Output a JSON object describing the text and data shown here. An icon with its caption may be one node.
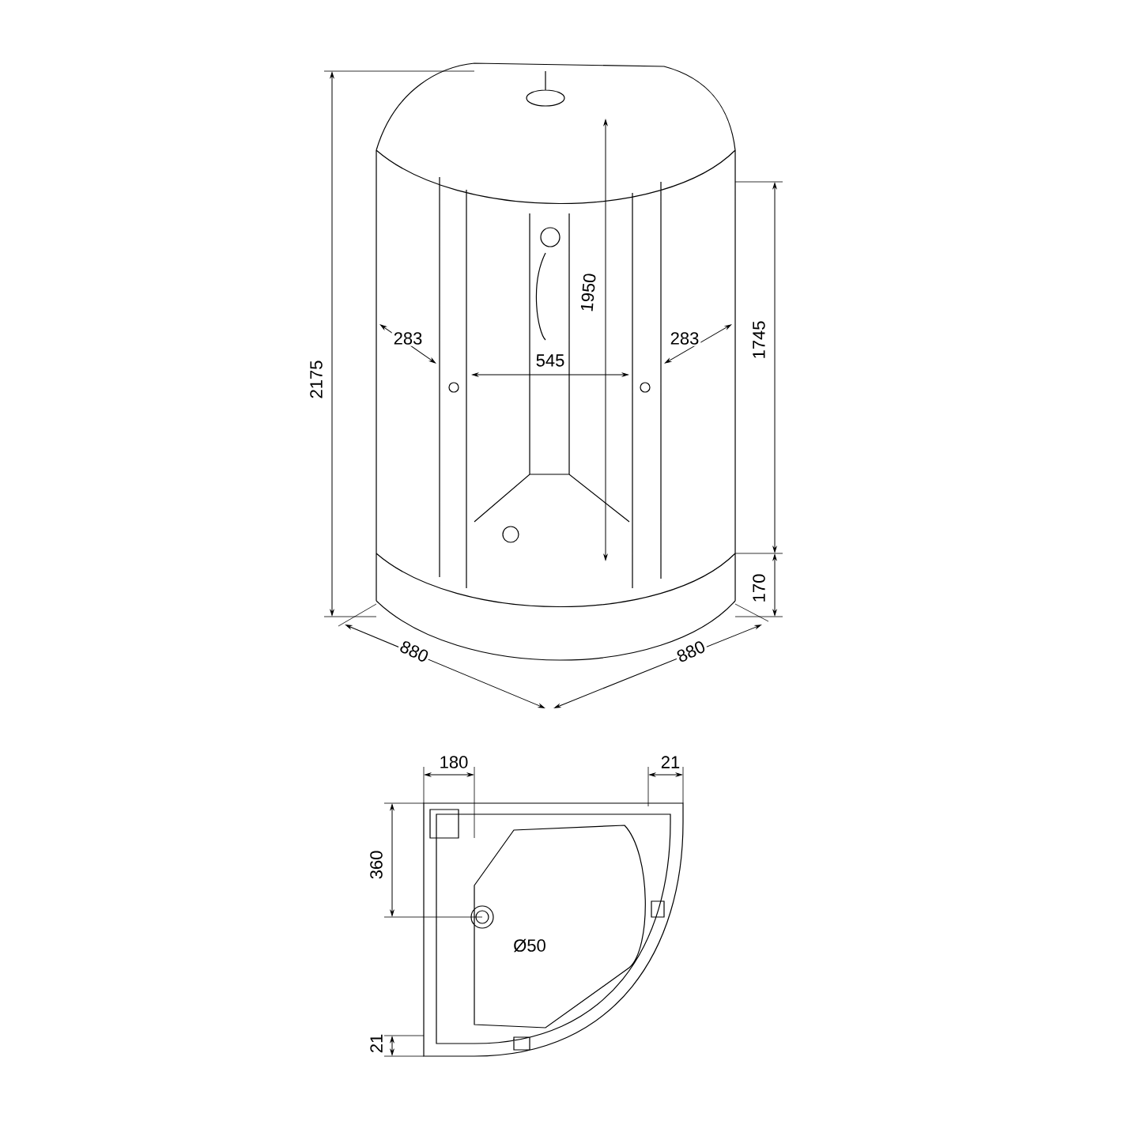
{
  "diagram": {
    "labels": [
      "2175",
      "283",
      "545",
      "1950",
      "283",
      "1745",
      "170",
      "880",
      "880",
      "180",
      "21",
      "360",
      "Ø50",
      "21"
    ]
  }
}
